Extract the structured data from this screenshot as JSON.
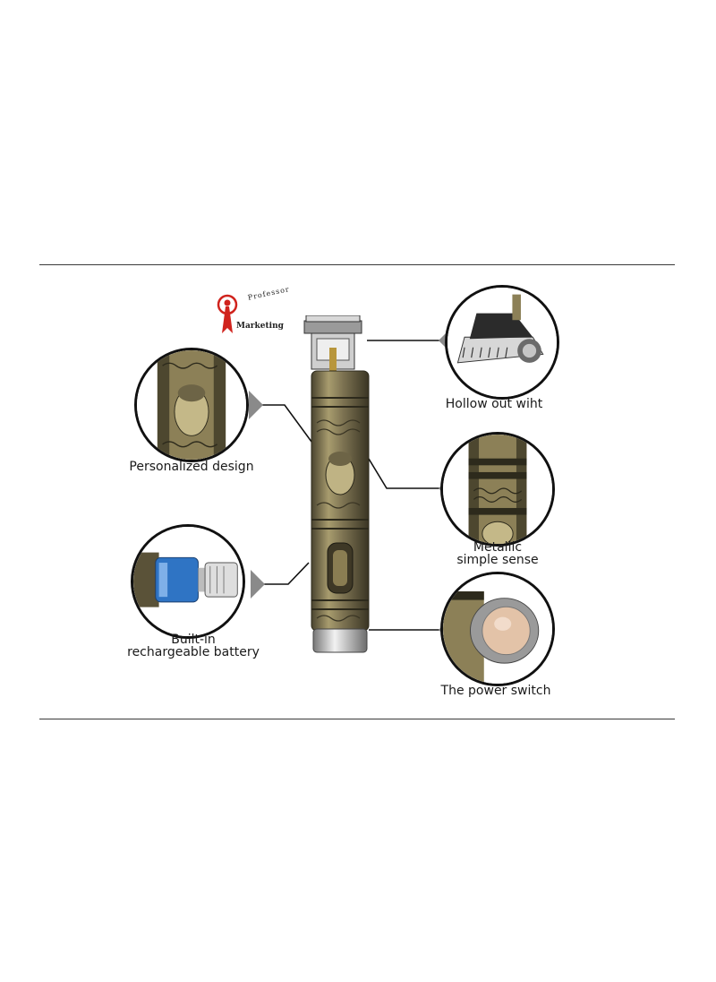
{
  "logo": {
    "top_text": "Professor",
    "main_text": "Marketing",
    "color_red": "#d0231d"
  },
  "callouts": {
    "personalized": {
      "label": "Personalized design",
      "icon": "buddha-engraving-icon"
    },
    "battery": {
      "label_line1": "Built-in",
      "label_line2": "rechargeable battery",
      "icon": "battery-icon"
    },
    "hollow": {
      "label": "Hollow out wiht",
      "icon": "trimmer-blade-icon"
    },
    "metallic": {
      "label_line1": "Metallic",
      "label_line2": "simple sense",
      "icon": "metal-body-icon"
    },
    "power": {
      "label": "The power switch",
      "icon": "power-switch-icon"
    }
  },
  "colors": {
    "bronze": "#8c8057",
    "bronze_dark": "#3f3a27",
    "silver": "#c7c9cc",
    "battery_blue": "#2f74c4"
  }
}
